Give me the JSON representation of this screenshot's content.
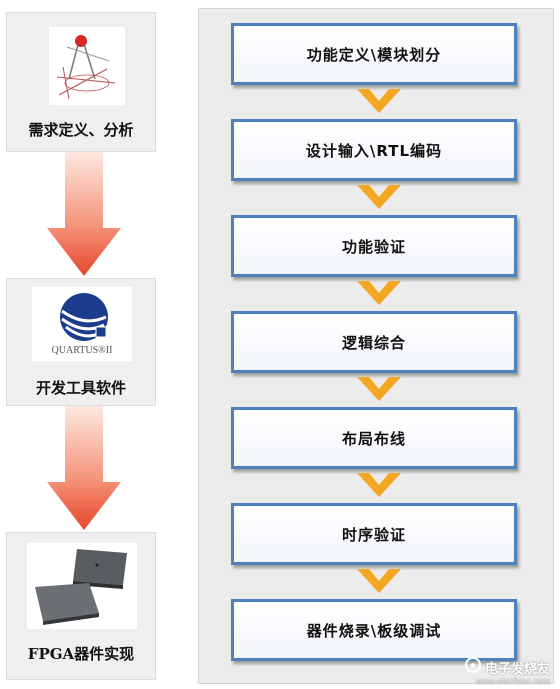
{
  "left_panels": [
    {
      "label": "需求定义、分析",
      "icon": "drafting-compass-icon"
    },
    {
      "label": "开发工具软件",
      "icon": "quartus-logo",
      "logo_text": "QUARTUS®II"
    },
    {
      "label": "FPGA器件实现",
      "icon": "fpga-chip-icon"
    }
  ],
  "steps": [
    "功能定义\\模块划分",
    "设计输入\\RTL编码",
    "功能验证",
    "逻辑综合",
    "布局布线",
    "时序验证",
    "器件烧录\\板级调试"
  ],
  "colors": {
    "step_border": "#4f81bd",
    "chevron": "#f5a623",
    "arrow_top": "#fde8e0",
    "arrow_bottom": "#e8472b",
    "panel_bg": "#ececec"
  },
  "watermark": {
    "text": "电子发烧友",
    "url": "www.elecfans.com"
  }
}
